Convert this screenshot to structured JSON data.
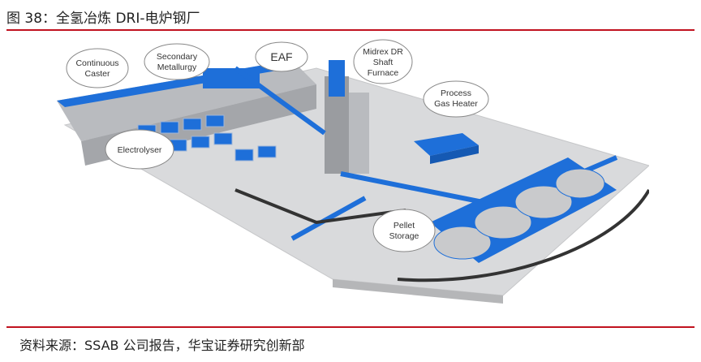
{
  "figure": {
    "title": "图 38：全氢冶炼 DRI-电炉钢厂",
    "source": "资料来源：SSAB 公司报告，华宝证券研究创新部"
  },
  "labels": {
    "continuous_caster": [
      "Continuous",
      "Caster"
    ],
    "secondary_metallurgy": [
      "Secondary",
      "Metallurgy"
    ],
    "eaf": [
      "EAF"
    ],
    "midrex": [
      "Midrex DR",
      "Shaft",
      "Furnace"
    ],
    "process_gas_heater": [
      "Process",
      "Gas Heater"
    ],
    "electrolyser": [
      "Electrolyser"
    ],
    "pellet_storage": [
      "Pellet",
      "Storage"
    ]
  },
  "colors": {
    "accent_red": "#c1121f",
    "plant_blue": "#1e6fd9",
    "ground_gray": "#d9dadc",
    "building_gray": "#b9bbbf"
  }
}
